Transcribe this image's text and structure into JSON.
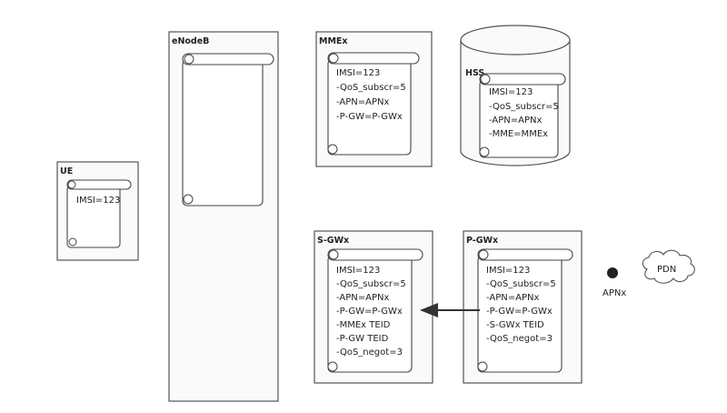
{
  "nodes": {
    "ue": {
      "title": "UE",
      "lines": [
        "IMSI=123"
      ]
    },
    "enodeb": {
      "title": "eNodeB",
      "lines": []
    },
    "mme": {
      "title": "MMEx",
      "lines": [
        "IMSI=123",
        "-QoS_subscr=5",
        "-APN=APNx",
        "-P-GW=P-GWx"
      ]
    },
    "hss": {
      "title": "HSS",
      "lines": [
        "IMSI=123",
        "-QoS_subscr=5",
        "-APN=APNx",
        "-MME=MMEx"
      ]
    },
    "sgw": {
      "title": "S-GWx",
      "lines": [
        "IMSI=123",
        "-QoS_subscr=5",
        "-APN=APNx",
        "-P-GW=P-GWx",
        "-MMEx TEID",
        "-P-GW TEID",
        "-QoS_negot=3"
      ]
    },
    "pgw": {
      "title": "P-GWx",
      "lines": [
        "IMSI=123",
        "-QoS_subscr=5",
        "-APN=APNx",
        "-P-GW=P-GWx",
        "-S-GWx TEID",
        "-QoS_negot=3"
      ]
    }
  },
  "apn": {
    "label": "APNx"
  },
  "pdn": {
    "label": "PDN"
  }
}
